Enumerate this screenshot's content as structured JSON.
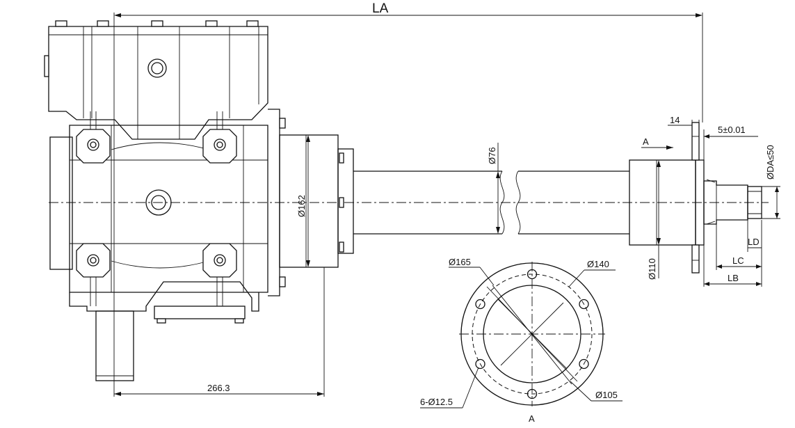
{
  "dimensions": {
    "overall_length": "LA",
    "flange_thickness": "14",
    "spigot": "5±0.01",
    "output_shaft_diameter": "ØDA≤50",
    "shaft_length_d": "LD",
    "shaft_length_c": "LC",
    "shaft_length_b": "LB",
    "housing_flange_diameter": "Ø162",
    "tube_diameter": "Ø76",
    "end_housing_diameter": "Ø110",
    "input_offset": "266.3"
  },
  "section_marker": "A",
  "flange_view": {
    "label": "A",
    "outer_diameter": "Ø165",
    "pitch_circle": "Ø140",
    "spigot_diameter": "Ø105",
    "holes": "6-Ø12.5"
  }
}
